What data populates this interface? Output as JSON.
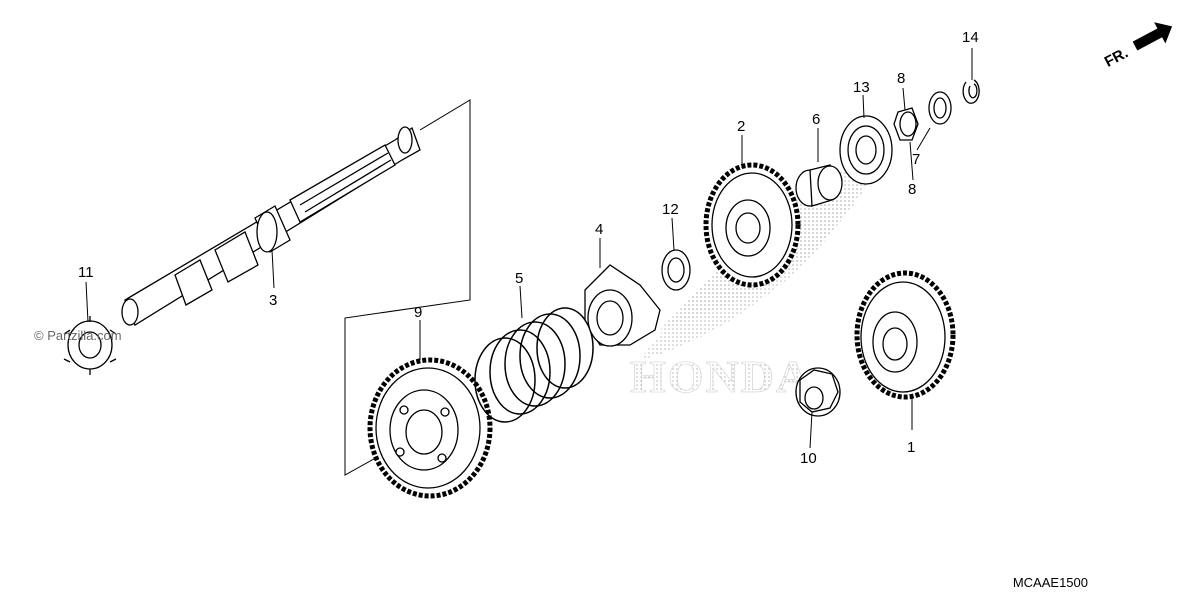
{
  "diagram": {
    "part_labels": [
      "1",
      "2",
      "3",
      "4",
      "5",
      "6",
      "7",
      "8",
      "8",
      "9",
      "10",
      "11",
      "12",
      "13",
      "14"
    ],
    "direction_label": "FR.",
    "diagram_code": "MCAAE1500",
    "watermark_text": "© Partzilla.com",
    "background_logo_text": "HONDA"
  }
}
